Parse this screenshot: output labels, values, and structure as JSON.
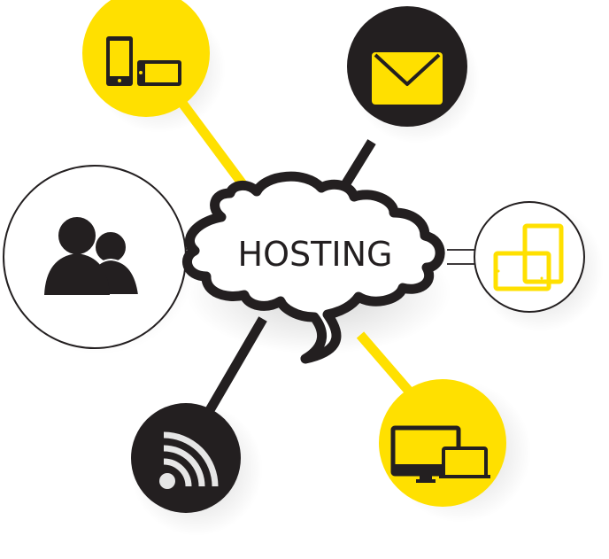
{
  "diagram": {
    "title": "HOSTING",
    "center": {
      "label": "HOSTING",
      "shape": "speech-cloud",
      "fill": "#ffffff",
      "stroke": "#231f20"
    },
    "colors": {
      "yellow": "#ffe000",
      "black": "#231f20",
      "white": "#ffffff",
      "icon_light": "#e6e6e6"
    },
    "nodes": [
      {
        "id": "mobile-devices",
        "icon": "smartphone-landscape-portrait-icon",
        "style": "yellow-fill",
        "position": "top-left"
      },
      {
        "id": "email",
        "icon": "envelope-icon",
        "style": "black-fill",
        "position": "top-right"
      },
      {
        "id": "users",
        "icon": "users-group-icon",
        "style": "white-outline",
        "position": "left"
      },
      {
        "id": "tablets",
        "icon": "tablets-icon",
        "style": "white-outline",
        "position": "right"
      },
      {
        "id": "rss",
        "icon": "rss-feed-icon",
        "style": "black-fill",
        "position": "bottom-left"
      },
      {
        "id": "computers",
        "icon": "desktop-laptop-icon",
        "style": "yellow-fill",
        "position": "bottom-right"
      }
    ]
  }
}
